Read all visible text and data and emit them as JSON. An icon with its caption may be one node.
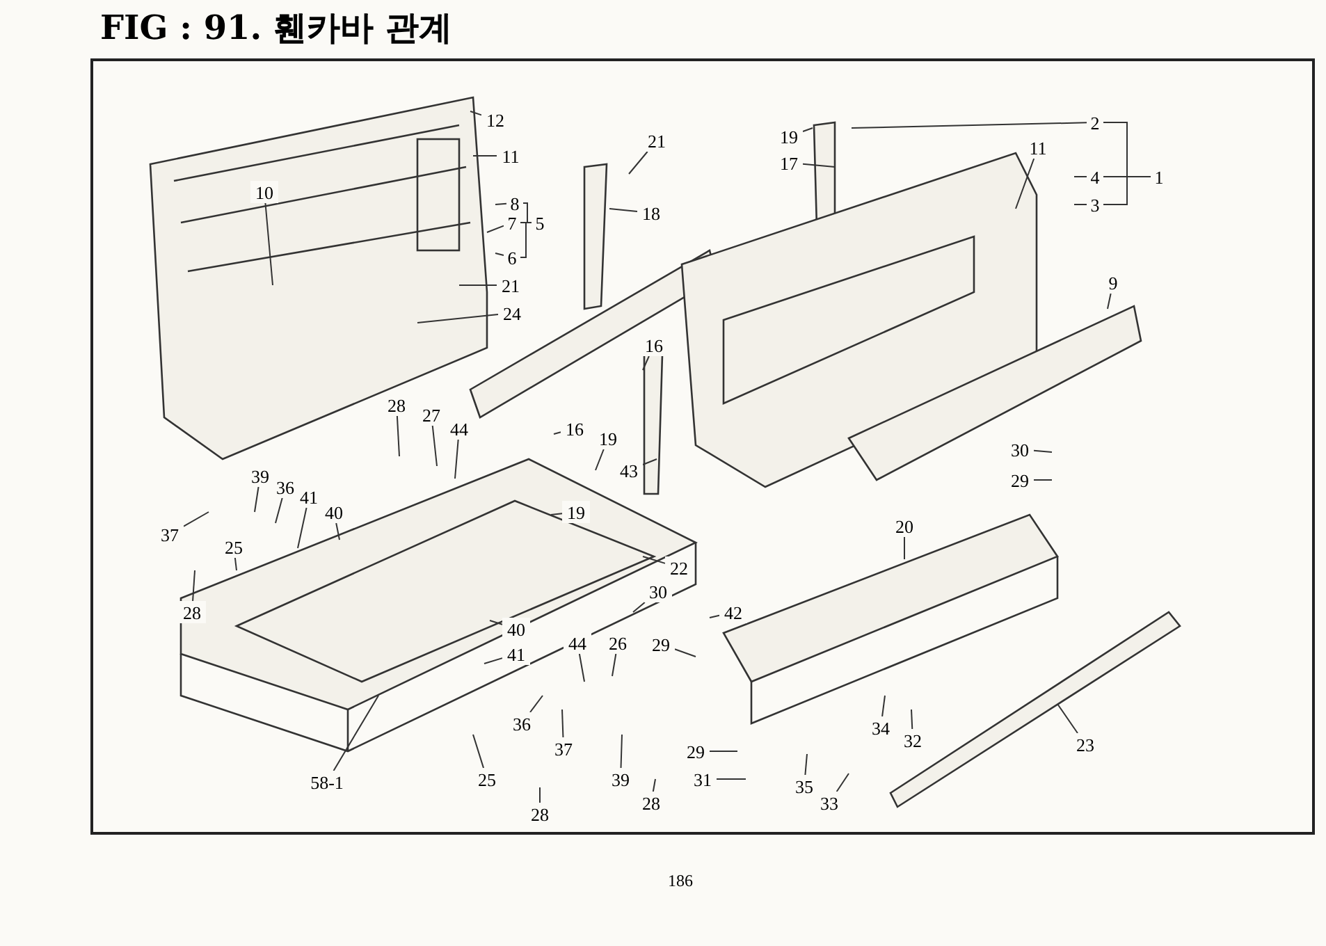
{
  "diagram": {
    "title": "FIG : 91. 휀카바 관계",
    "nodes": [
      {
        "text": [
          "12"
        ]
      },
      {
        "text": [
          "11"
        ]
      },
      {
        "text": [
          "10"
        ]
      },
      {
        "text": [
          "8"
        ]
      },
      {
        "text": [
          "7"
        ]
      },
      {
        "text": [
          "5"
        ]
      },
      {
        "text": [
          "6"
        ]
      },
      {
        "text": [
          "21"
        ]
      },
      {
        "text": [
          "18"
        ]
      },
      {
        "text": [
          "19"
        ]
      },
      {
        "text": [
          "17"
        ]
      },
      {
        "text": [
          "2"
        ]
      },
      {
        "text": [
          "11"
        ]
      },
      {
        "text": [
          "4"
        ]
      },
      {
        "text": [
          "3"
        ]
      },
      {
        "text": [
          "1"
        ]
      },
      {
        "text": [
          "9"
        ]
      },
      {
        "text": [
          "21"
        ]
      },
      {
        "text": [
          "24"
        ]
      },
      {
        "text": [
          "16"
        ]
      },
      {
        "text": [
          "16"
        ]
      },
      {
        "text": [
          "43"
        ]
      },
      {
        "text": [
          "19"
        ]
      },
      {
        "text": [
          "19"
        ]
      },
      {
        "text": [
          "28"
        ]
      },
      {
        "text": [
          "27"
        ]
      },
      {
        "text": [
          "44"
        ]
      },
      {
        "text": [
          "39"
        ]
      },
      {
        "text": [
          "36"
        ]
      },
      {
        "text": [
          "41"
        ]
      },
      {
        "text": [
          "40"
        ]
      },
      {
        "text": [
          "37"
        ]
      },
      {
        "text": [
          "25"
        ]
      },
      {
        "text": [
          "28"
        ]
      },
      {
        "text": [
          "30"
        ]
      },
      {
        "text": [
          "29"
        ]
      },
      {
        "text": [
          "20"
        ]
      },
      {
        "text": [
          "22"
        ]
      },
      {
        "text": [
          "30"
        ]
      },
      {
        "text": [
          "42"
        ]
      },
      {
        "text": [
          "29"
        ]
      },
      {
        "text": [
          "40"
        ]
      },
      {
        "text": [
          "41"
        ]
      },
      {
        "text": [
          "44"
        ]
      },
      {
        "text": [
          "26"
        ]
      },
      {
        "text": [
          "36"
        ]
      },
      {
        "text": [
          "37"
        ]
      },
      {
        "text": [
          "39"
        ]
      },
      {
        "text": [
          "28"
        ]
      },
      {
        "text": [
          "25"
        ]
      },
      {
        "text": [
          "28"
        ]
      },
      {
        "text": [
          "58-1"
        ]
      },
      {
        "text": [
          "34"
        ]
      },
      {
        "text": [
          "32"
        ]
      },
      {
        "text": [
          "23"
        ]
      },
      {
        "text": [
          "29"
        ]
      },
      {
        "text": [
          "31"
        ]
      },
      {
        "text": [
          "35"
        ]
      },
      {
        "text": [
          "33"
        ]
      }
    ],
    "edges": [
      {
        "from": 0,
        "to": null,
        "arrow": "none"
      },
      {
        "from": 1,
        "to": null,
        "arrow": "none"
      },
      {
        "from": 2,
        "to": null,
        "arrow": "none"
      },
      {
        "from": 3,
        "to": null,
        "arrow": "none"
      },
      {
        "from": 4,
        "to": null,
        "arrow": "none"
      },
      {
        "from": 6,
        "to": null,
        "arrow": "none"
      },
      {
        "from": 7,
        "to": null,
        "arrow": "none"
      },
      {
        "from": 8,
        "to": null,
        "arrow": "none"
      },
      {
        "from": 9,
        "to": null,
        "arrow": "none"
      },
      {
        "from": 10,
        "to": null,
        "arrow": "none"
      },
      {
        "from": 11,
        "to": null,
        "arrow": "none"
      },
      {
        "from": 12,
        "to": null,
        "arrow": "none"
      },
      {
        "from": 13,
        "to": null,
        "arrow": "none"
      },
      {
        "from": 14,
        "to": null,
        "arrow": "none"
      },
      {
        "from": 16,
        "to": null,
        "arrow": "none"
      },
      {
        "from": 17,
        "to": null,
        "arrow": "none"
      },
      {
        "from": 18,
        "to": null,
        "arrow": "none"
      },
      {
        "from": 19,
        "to": null,
        "arrow": "none"
      },
      {
        "from": 20,
        "to": null,
        "arrow": "none"
      },
      {
        "from": 21,
        "to": null,
        "arrow": "none"
      },
      {
        "from": 22,
        "to": null,
        "arrow": "none"
      },
      {
        "from": 23,
        "to": null,
        "arrow": "none"
      },
      {
        "from": 24,
        "to": null,
        "arrow": "none"
      },
      {
        "from": 25,
        "to": null,
        "arrow": "none"
      },
      {
        "from": 26,
        "to": null,
        "arrow": "none"
      },
      {
        "from": 27,
        "to": null,
        "arrow": "none"
      },
      {
        "from": 28,
        "to": null,
        "arrow": "none"
      },
      {
        "from": 29,
        "to": null,
        "arrow": "none"
      },
      {
        "from": 30,
        "to": null,
        "arrow": "none"
      },
      {
        "from": 31,
        "to": null,
        "arrow": "none"
      },
      {
        "from": 32,
        "to": null,
        "arrow": "none"
      },
      {
        "from": 33,
        "to": null,
        "arrow": "none"
      },
      {
        "from": 34,
        "to": null,
        "arrow": "none"
      },
      {
        "from": 35,
        "to": null,
        "arrow": "none"
      },
      {
        "from": 36,
        "to": null,
        "arrow": "none"
      },
      {
        "from": 37,
        "to": null,
        "arrow": "none"
      },
      {
        "from": 38,
        "to": null,
        "arrow": "none"
      },
      {
        "from": 39,
        "to": null,
        "arrow": "none"
      },
      {
        "from": 40,
        "to": null,
        "arrow": "none"
      },
      {
        "from": 41,
        "to": null,
        "arrow": "none"
      },
      {
        "from": 42,
        "to": null,
        "arrow": "none"
      },
      {
        "from": 43,
        "to": null,
        "arrow": "none"
      },
      {
        "from": 44,
        "to": null,
        "arrow": "none"
      },
      {
        "from": 45,
        "to": null,
        "arrow": "none"
      },
      {
        "from": 46,
        "to": null,
        "arrow": "none"
      },
      {
        "from": 47,
        "to": null,
        "arrow": "none"
      },
      {
        "from": 48,
        "to": null,
        "arrow": "none"
      },
      {
        "from": 49,
        "to": null,
        "arrow": "none"
      },
      {
        "from": 50,
        "to": null,
        "arrow": "none"
      },
      {
        "from": 51,
        "to": null,
        "arrow": "none"
      },
      {
        "from": 52,
        "to": null,
        "arrow": "none"
      },
      {
        "from": 53,
        "to": null,
        "arrow": "none"
      },
      {
        "from": 54,
        "to": null,
        "arrow": "none"
      },
      {
        "from": 55,
        "to": null,
        "arrow": "none"
      },
      {
        "from": 56,
        "to": null,
        "arrow": "none"
      },
      {
        "from": 57,
        "to": null,
        "arrow": "none"
      },
      {
        "from": 58,
        "to": null,
        "arrow": "none"
      },
      {
        "from": 5,
        "to": 3,
        "arrow": "none"
      },
      {
        "from": 5,
        "to": 4,
        "arrow": "none"
      },
      {
        "from": 5,
        "to": 6,
        "arrow": "none"
      },
      {
        "from": 15,
        "to": 11,
        "arrow": "none"
      },
      {
        "from": 15,
        "to": 13,
        "arrow": "none"
      },
      {
        "from": 15,
        "to": 14,
        "arrow": "none"
      }
    ],
    "labels": [
      "186"
    ]
  }
}
